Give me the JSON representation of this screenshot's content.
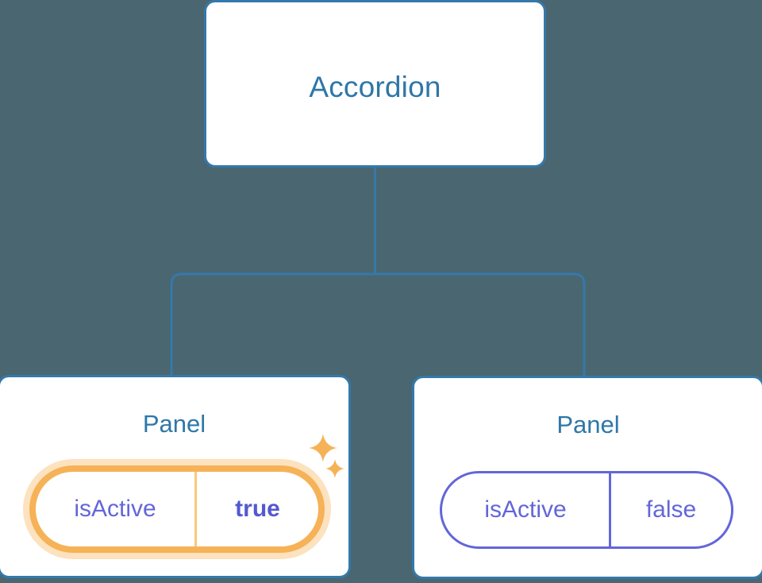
{
  "diagram": {
    "type": "component-tree",
    "background_color": "#4a6670",
    "edge_color": "#3479ab",
    "card_border_color": "#3479ab",
    "title_color": "#2e77a8",
    "prop_color": "#6366d8",
    "highlight_color": "#f6b257",
    "highlight_glow_color": "#fbdcab"
  },
  "root": {
    "label": "Accordion"
  },
  "panels": [
    {
      "label": "Panel",
      "prop": {
        "key": "isActive",
        "value": "true",
        "highlighted": true,
        "emphasis": "bold"
      },
      "sparkles": [
        {
          "name": "sparkle-large"
        },
        {
          "name": "sparkle-small"
        }
      ]
    },
    {
      "label": "Panel",
      "prop": {
        "key": "isActive",
        "value": "false",
        "highlighted": false,
        "emphasis": "normal"
      }
    }
  ]
}
